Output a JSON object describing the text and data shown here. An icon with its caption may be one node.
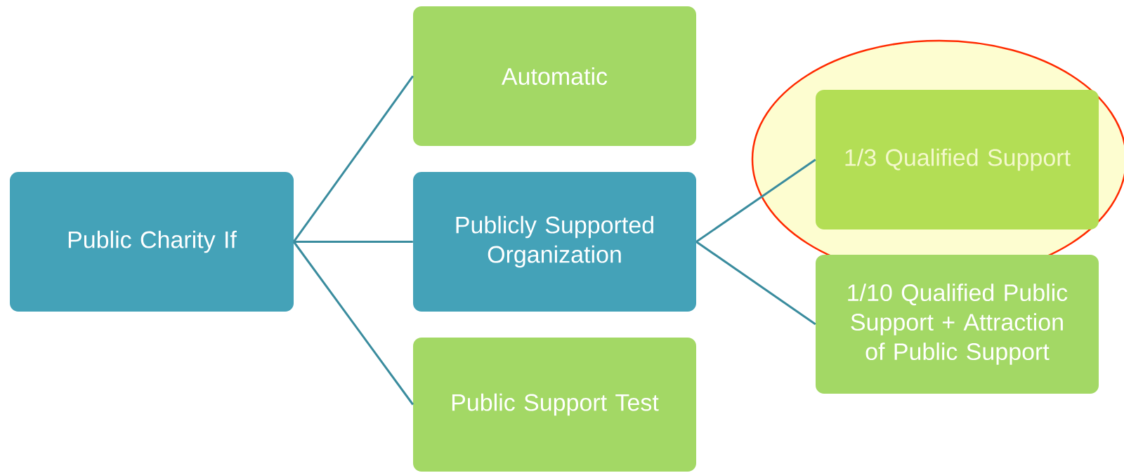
{
  "diagram": {
    "nodes": [
      {
        "text": [
          "Public Charity If"
        ]
      },
      {
        "text": [
          "Automatic"
        ]
      },
      {
        "text": [
          "Publicly Supported Organization"
        ]
      },
      {
        "text": [
          "Public Support Test"
        ]
      },
      {
        "text": [
          "1/3 Qualified Support"
        ]
      },
      {
        "text": [
          "1/10 Qualified Public Support + Attraction of Public Support"
        ]
      }
    ],
    "edges": [
      {
        "from": 0,
        "to": 1,
        "arrow": "none"
      },
      {
        "from": 0,
        "to": 2,
        "arrow": "none"
      },
      {
        "from": 0,
        "to": 3,
        "arrow": "none"
      },
      {
        "from": 2,
        "to": 4,
        "arrow": "none"
      },
      {
        "from": 2,
        "to": 5,
        "arrow": "none"
      }
    ]
  }
}
